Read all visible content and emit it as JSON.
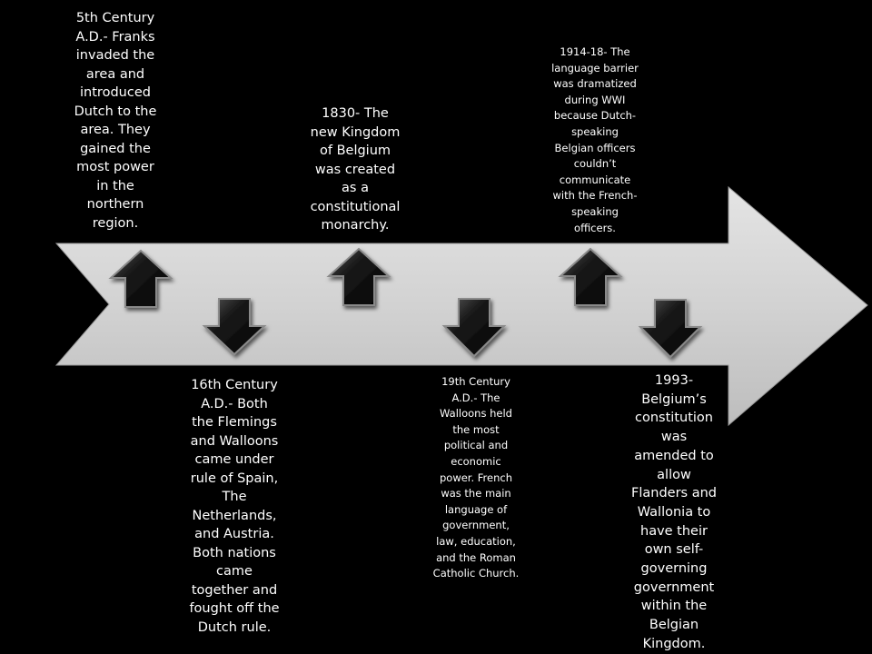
{
  "events": {
    "e1": {
      "text": "5th Century\nA.D.- Franks\ninvaded the\narea and\nintroduced\nDutch to the\narea. They\ngained the\nmost power\nin the\nnorthern\nregion.",
      "direction": "up"
    },
    "e2": {
      "text": "16th Century\nA.D.- Both\nthe Flemings\nand Walloons\ncame under\nrule of Spain,\nThe\nNetherlands,\nand Austria.\nBoth nations\ncame\ntogether and\nfought off the\nDutch rule.",
      "direction": "down"
    },
    "e3": {
      "text": "1830- The\nnew Kingdom\nof Belgium\nwas created\nas a\nconstitutional\nmonarchy.",
      "direction": "up"
    },
    "e4": {
      "text": "19th Century\nA.D.- The\nWalloons held\nthe most\npolitical and\neconomic\npower. French\nwas the main\nlanguage of\ngovernment,\nlaw, education,\nand the Roman\nCatholic Church.",
      "direction": "down"
    },
    "e5": {
      "text": "1914-18- The\nlanguage barrier\nwas dramatized\nduring WWI\nbecause Dutch-\nspeaking\nBelgian officers\ncouldn’t\ncommunicate\nwith the French-\nspeaking\nofficers.",
      "direction": "up"
    },
    "e6": {
      "text": "1993-\nBelgium’s\nconstitution\nwas\namended to\nallow\nFlanders and\nWallonia to\nhave their\nown self-\ngoverning\ngovernment\nwithin the\nBelgian\nKingdom.",
      "direction": "down"
    }
  },
  "colors": {
    "background": "#000000",
    "arrow_fill": "#d3d3d3",
    "marker_dark": "#111111",
    "caption_text": "#ffffff"
  }
}
